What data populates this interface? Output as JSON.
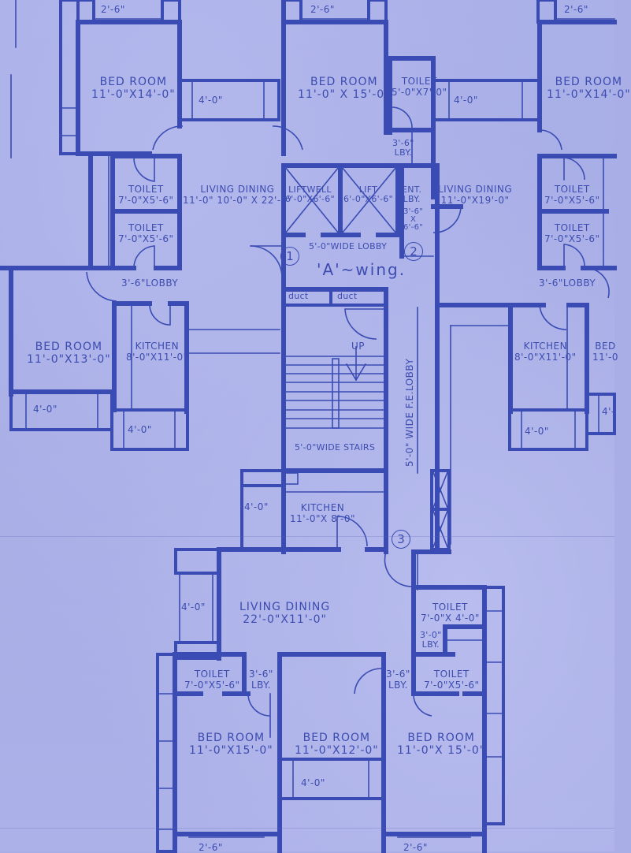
{
  "drawing": {
    "type": "architectural floor plan (blueprint)",
    "wing_label": "'A'~wing.",
    "colors": {
      "paper": "#a9aee6",
      "ink": "#3a4cb4"
    }
  },
  "rooms": {
    "top_left_bedroom": {
      "name": "BED ROOM",
      "size": "11'-0\"X14'-0\""
    },
    "top_center_bedroom": {
      "name": "BED ROOM",
      "size": "11'-0\" X 15'-0\""
    },
    "top_right_bedroom": {
      "name": "BED ROOM",
      "size": "11'-0\"X14'-0\""
    },
    "top_center_toilet": {
      "name": "TOILET",
      "size": "5'-0\"X7'-0\""
    },
    "top_center_lobby": {
      "size": "3'-6\"",
      "name": "LBY."
    },
    "left_toilet_1": {
      "name": "TOILET",
      "size": "7'-0\"X5'-6\""
    },
    "left_toilet_2": {
      "name": "TOILET",
      "size": "7'-0\"X5'-6\""
    },
    "left_living_dining": {
      "name": "LIVING DINING",
      "size": "11'-0\" 10'-0\" X 22'-0\""
    },
    "liftwell": {
      "name": "LIFTWELL",
      "size": "6'-0\"X6'-6\""
    },
    "lift": {
      "name": "LIFT",
      "size": "6'-0\"X6'-6\""
    },
    "entrance_lobby": {
      "name": "ENT.",
      "name2": "LBY.",
      "size": "3'-6\"",
      "size2": "X",
      "size3": "6'-6\""
    },
    "right_living_dining": {
      "name": "LIVING DINING",
      "size": "11'-0\"X19'-0\""
    },
    "right_toilet_1": {
      "name": "TOILET",
      "size": "7'-0\"X5'-6\""
    },
    "right_toilet_2": {
      "name": "TOILET",
      "size": "7'-0\"X5'-6\""
    },
    "left_lobby": {
      "name": "3'-6\"LOBBY"
    },
    "right_lobby": {
      "name": "3'-6\"LOBBY"
    },
    "main_lobby": {
      "name": "5'-0\"WIDE LOBBY"
    },
    "duct_1": {
      "name": "duct"
    },
    "duct_2": {
      "name": "duct"
    },
    "stairs": {
      "name": "5'-0\"WIDE STAIRS",
      "direction": "UP"
    },
    "fe_lobby": {
      "name": "5'-0\" WIDE F.E.LOBBY"
    },
    "left_bedroom_mid": {
      "name": "BED ROOM",
      "size": "11'-0\"X13'-0\""
    },
    "left_kitchen": {
      "name": "KITCHEN",
      "size": "8'-0\"X11'-0\""
    },
    "right_kitchen": {
      "name": "KITCHEN",
      "size": "8'-0\"X11'-0\""
    },
    "right_bedroom_mid": {
      "name": "BED",
      "size": "11'-0"
    },
    "bottom_kitchen": {
      "name": "KITCHEN",
      "size": "11'-0\"X 8'-0\""
    },
    "bottom_living_dining": {
      "name": "LIVING DINING",
      "size": "22'-0\"X11'-0\""
    },
    "bottom_toilet_right_top": {
      "name": "TOILET",
      "size": "7'-0\"X 4'-0\""
    },
    "bottom_lobby_small": {
      "size": "3'-0\"",
      "name": "LBY."
    },
    "bottom_toilet_left": {
      "name": "TOILET",
      "size": "7'-0\"X5'-6\""
    },
    "bottom_toilet_right": {
      "name": "TOILET",
      "size": "7'-0\"X5'-6\""
    },
    "bottom_lobby_left": {
      "size": "3'-6\"",
      "name": "LBY."
    },
    "bottom_lobby_right": {
      "size": "3'-6\"",
      "name": "LBY."
    },
    "bottom_bedroom_left": {
      "name": "BED ROOM",
      "size": "11'-0\"X15'-0\""
    },
    "bottom_bedroom_center": {
      "name": "BED ROOM",
      "size": "11'-0\"X12'-0\""
    },
    "bottom_bedroom_right": {
      "name": "BED ROOM",
      "size": "11'-0\"X 15'-0\""
    }
  },
  "balconies": {
    "top_left_window": "2'-6\"",
    "top_center_window": "2'-6\"",
    "top_right_window": "2'-6\"",
    "top_left_balcony": "4'-0\"",
    "top_right_balcony": "4'-0\"",
    "mid_left_bed_balcony": "4'-0\"",
    "mid_left_kitchen_balcony": "4'-0\"",
    "mid_right_kitchen_balcony": "4'-0\"",
    "mid_right_bed_balcony": "4'-",
    "bottom_kitchen_side": "4'-0\"",
    "bottom_living_side": "4'-0\"",
    "bottom_center_balcony": "4'-0\"",
    "bottom_left_window": "2'-6\"",
    "bottom_right_window": "2'-6\""
  },
  "markers": [
    "1",
    "2",
    "3"
  ]
}
